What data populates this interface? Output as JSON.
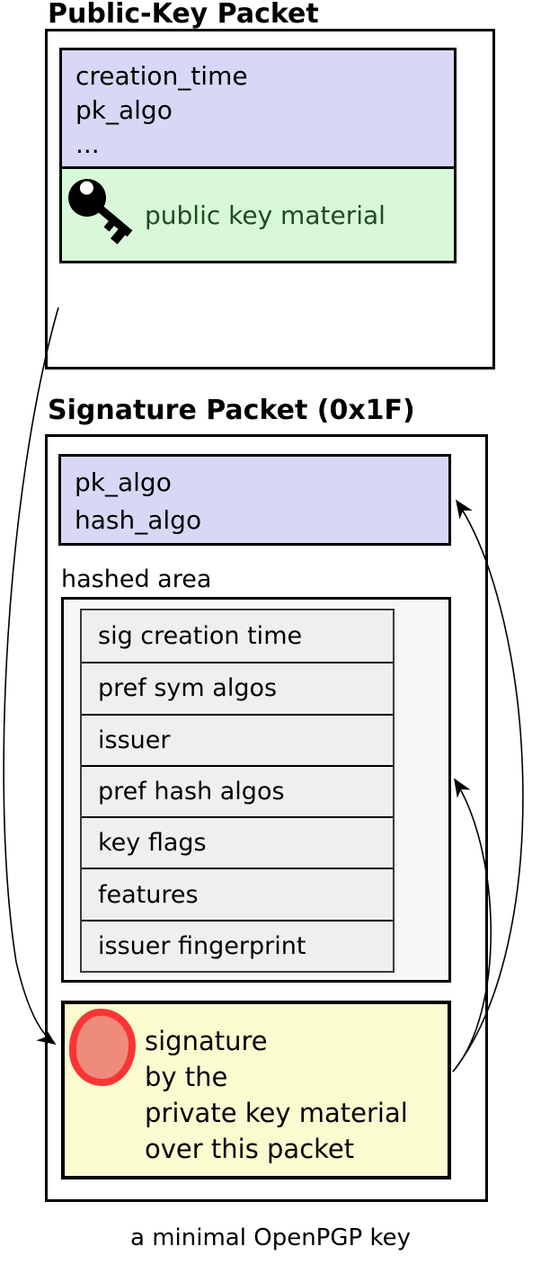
{
  "diagram": {
    "caption": "a minimal OpenPGP key",
    "public_key_packet": {
      "title": "Public-Key Packet",
      "fields_lines": [
        "creation_time",
        "pk_algo",
        "..."
      ],
      "key_material_label": "public key material"
    },
    "signature_packet": {
      "title": "Signature Packet (0x1F)",
      "fields_lines": [
        "pk_algo",
        "hash_algo"
      ],
      "hashed_area": {
        "label": "hashed area",
        "subpackets": [
          "sig creation time",
          "pref sym algos",
          "issuer",
          "pref hash algos",
          "key flags",
          "features",
          "issuer fingerprint"
        ]
      },
      "signature_value": {
        "lines": [
          "signature",
          "by the",
          "private key material",
          "over this packet"
        ]
      }
    },
    "colors": {
      "fields_bg": "#d8d8f6",
      "key_material_bg": "#d9f8d9",
      "key_material_text": "#1c4d1c",
      "hashed_bg": "#f7f7f7",
      "subpacket_bg": "#efefef",
      "signature_bg": "#fbfbd0",
      "seal_ring": "#fb3434",
      "seal_fill": "#ee8b7d",
      "line": "#000000"
    }
  }
}
